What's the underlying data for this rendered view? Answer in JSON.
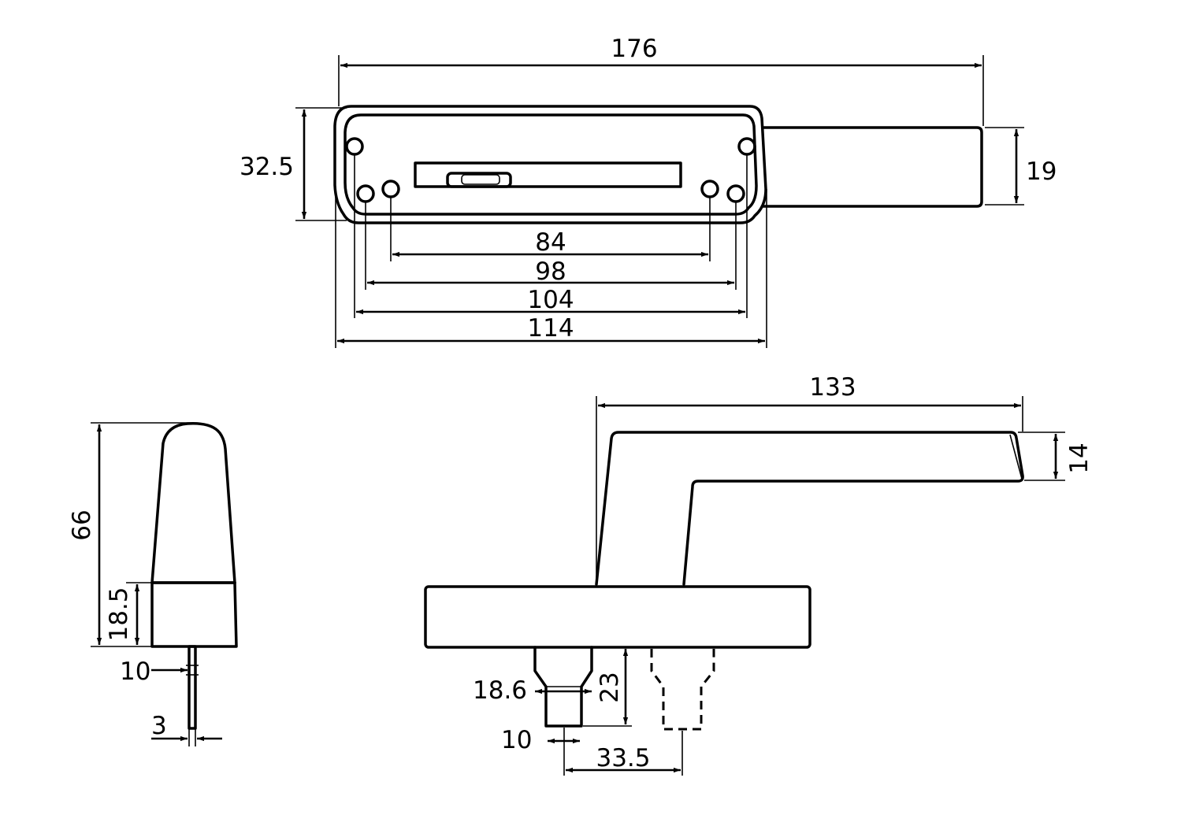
{
  "dimensions": {
    "top_overall_length": "176",
    "top_plate_height": "32.5",
    "top_lever_height": "19",
    "hole_spacing_inner": "84",
    "hole_spacing_98": "98",
    "hole_spacing_104": "104",
    "plate_length": "114",
    "lever_length": "133",
    "lever_thickness": "14",
    "side_total_height": "66",
    "side_base_height": "18.5",
    "side_spindle_offset": "10",
    "side_spindle_width": "3",
    "spindle_collar_width": "18.6",
    "spindle_depth": "23",
    "spindle_width": "10",
    "spindle_offset": "33.5"
  }
}
